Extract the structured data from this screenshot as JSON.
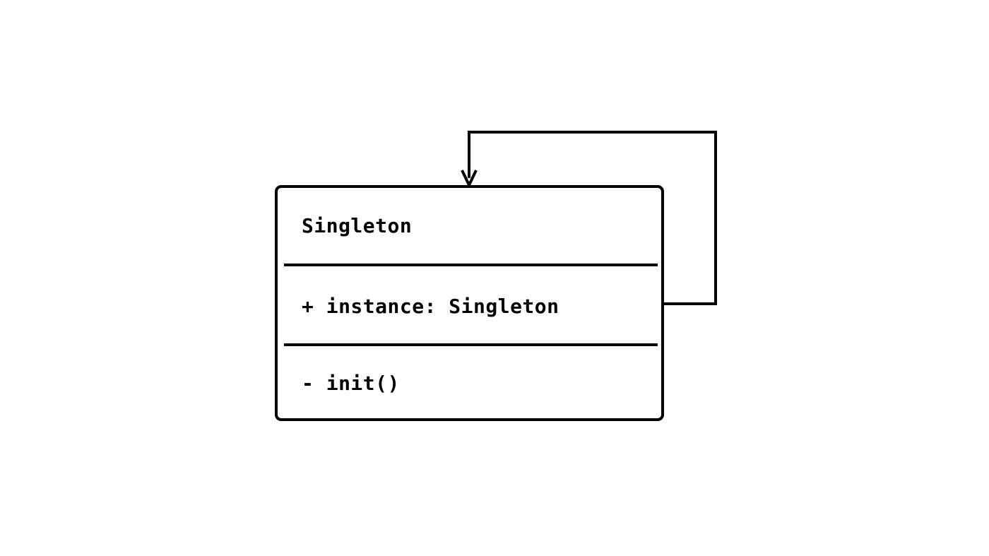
{
  "diagram": {
    "type": "uml-class-diagram",
    "title": "Singleton",
    "background_color": "#ffffff",
    "stroke_color": "#000000",
    "class_box": {
      "name": "Singleton",
      "attributes": [
        "+ instance: Singleton"
      ],
      "operations": [
        "- init()"
      ]
    },
    "relationships": [
      {
        "name": "self-association",
        "kind": "self-loop-arrow",
        "source": "Singleton",
        "target": "Singleton",
        "arrowhead": "open-arrow-icon",
        "label": ""
      }
    ]
  }
}
